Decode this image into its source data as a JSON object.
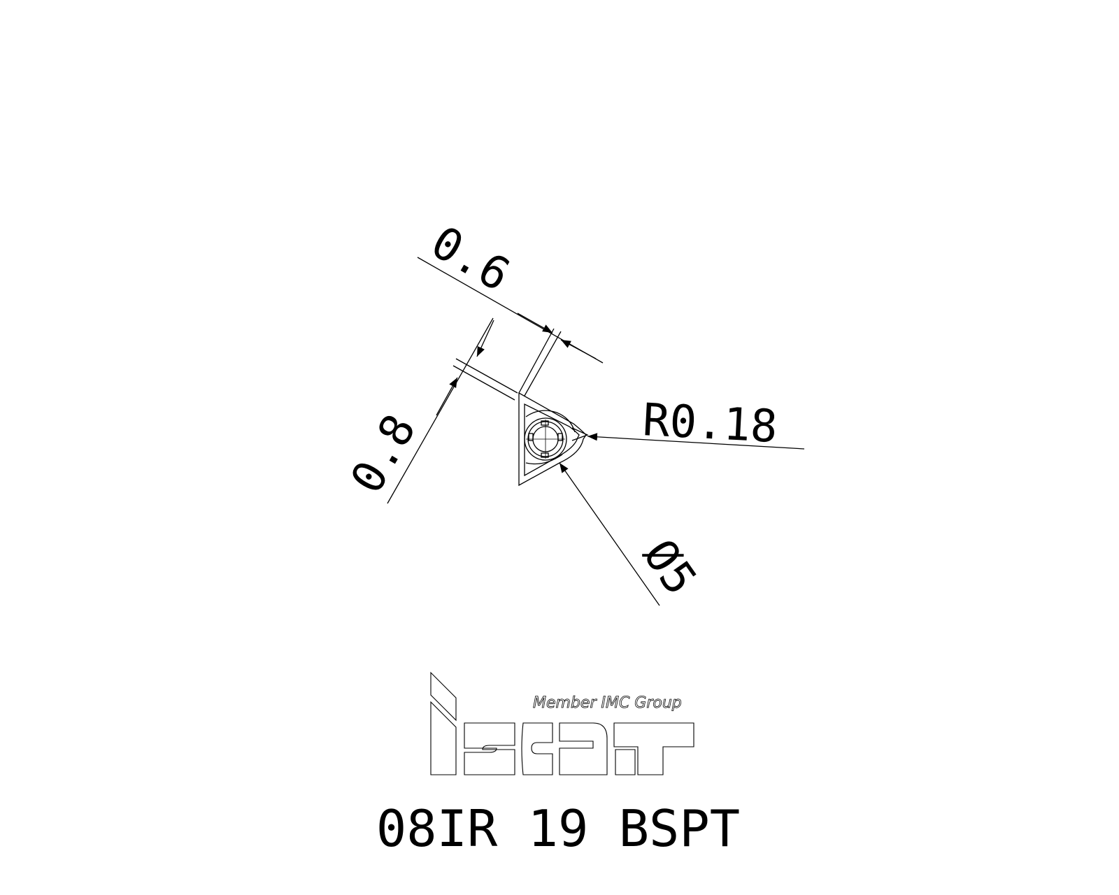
{
  "dimensions": {
    "depth_0_6": "0.6",
    "height_0_8": "0.8",
    "radius": "R0.18",
    "diameter": "Ø5"
  },
  "logo": {
    "brand": "iscar",
    "tagline": "Member IMC Group"
  },
  "part_code": "08IR 19 BSPT",
  "colors": {
    "line": "#000000",
    "background": "#ffffff"
  }
}
